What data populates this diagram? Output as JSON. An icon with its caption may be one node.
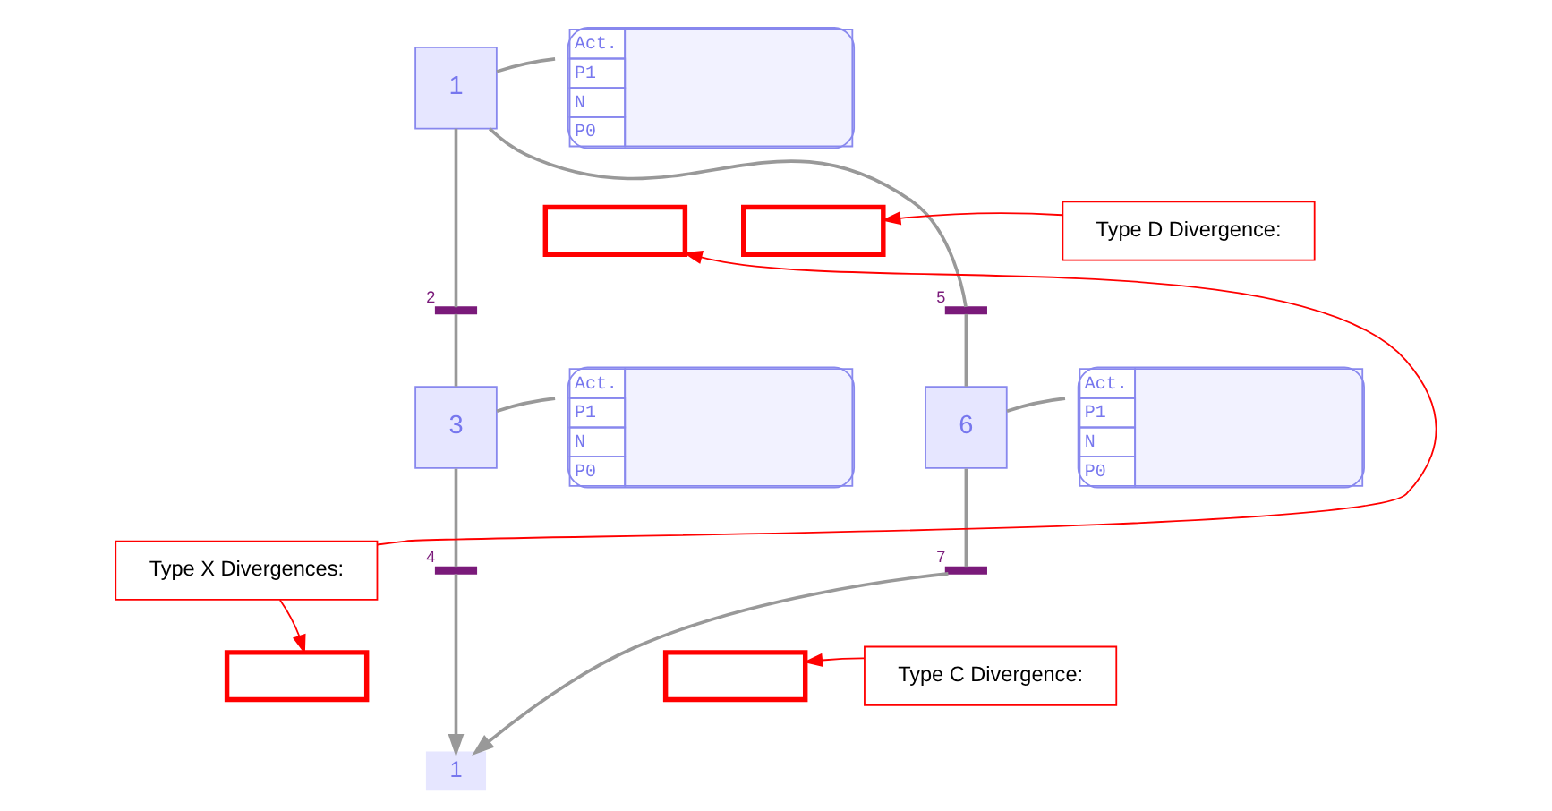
{
  "diagram": {
    "nodes": [
      {
        "text": [
          "1"
        ]
      },
      {
        "text": [
          "Act.",
          "P1",
          "N",
          "P0"
        ]
      },
      {
        "text": [],
        "shape": "box"
      },
      {
        "text": [],
        "shape": "box"
      },
      {
        "text": [],
        "shape": "bar",
        "beside": [
          "2"
        ]
      },
      {
        "text": [],
        "shape": "bar",
        "beside": [
          "5"
        ]
      },
      {
        "text": [
          "3"
        ]
      },
      {
        "text": [
          "Act.",
          "P1",
          "N",
          "P0"
        ]
      },
      {
        "text": [
          "6"
        ]
      },
      {
        "text": [
          "Act.",
          "P1",
          "N",
          "P0"
        ]
      },
      {
        "text": [],
        "shape": "bar",
        "beside": [
          "4"
        ]
      },
      {
        "text": [],
        "shape": "bar",
        "beside": [
          "7"
        ]
      },
      {
        "text": [],
        "shape": "box"
      },
      {
        "text": [],
        "shape": "box"
      },
      {
        "text": [
          "1"
        ]
      },
      {
        "text": [
          "Type D Divergence:"
        ]
      },
      {
        "text": [
          "Type X Divergences:"
        ]
      },
      {
        "text": [
          "Type C Divergence:"
        ]
      }
    ],
    "edges": [
      {
        "from": 0,
        "to": 1,
        "arrow": "none"
      },
      {
        "from": 0,
        "to": 4,
        "arrow": "none"
      },
      {
        "from": 0,
        "to": 5,
        "arrow": "none"
      },
      {
        "from": 4,
        "to": 6,
        "arrow": "none"
      },
      {
        "from": 5,
        "to": 8,
        "arrow": "none"
      },
      {
        "from": 6,
        "to": 7,
        "arrow": "none"
      },
      {
        "from": 8,
        "to": 9,
        "arrow": "none"
      },
      {
        "from": 6,
        "to": 10,
        "arrow": "none"
      },
      {
        "from": 8,
        "to": 11,
        "arrow": "none"
      },
      {
        "from": 10,
        "to": 14,
        "arrow": "to"
      },
      {
        "from": 11,
        "to": 14,
        "arrow": "to"
      },
      {
        "from": 15,
        "to": 3,
        "arrow": "to",
        "color": "#ff0000"
      },
      {
        "from": 16,
        "to": 2,
        "arrow": "to",
        "color": "#ff0000"
      },
      {
        "from": 16,
        "to": 12,
        "arrow": "to",
        "color": "#ff0000"
      },
      {
        "from": 17,
        "to": 13,
        "arrow": "to",
        "color": "#ff0000"
      }
    ]
  }
}
